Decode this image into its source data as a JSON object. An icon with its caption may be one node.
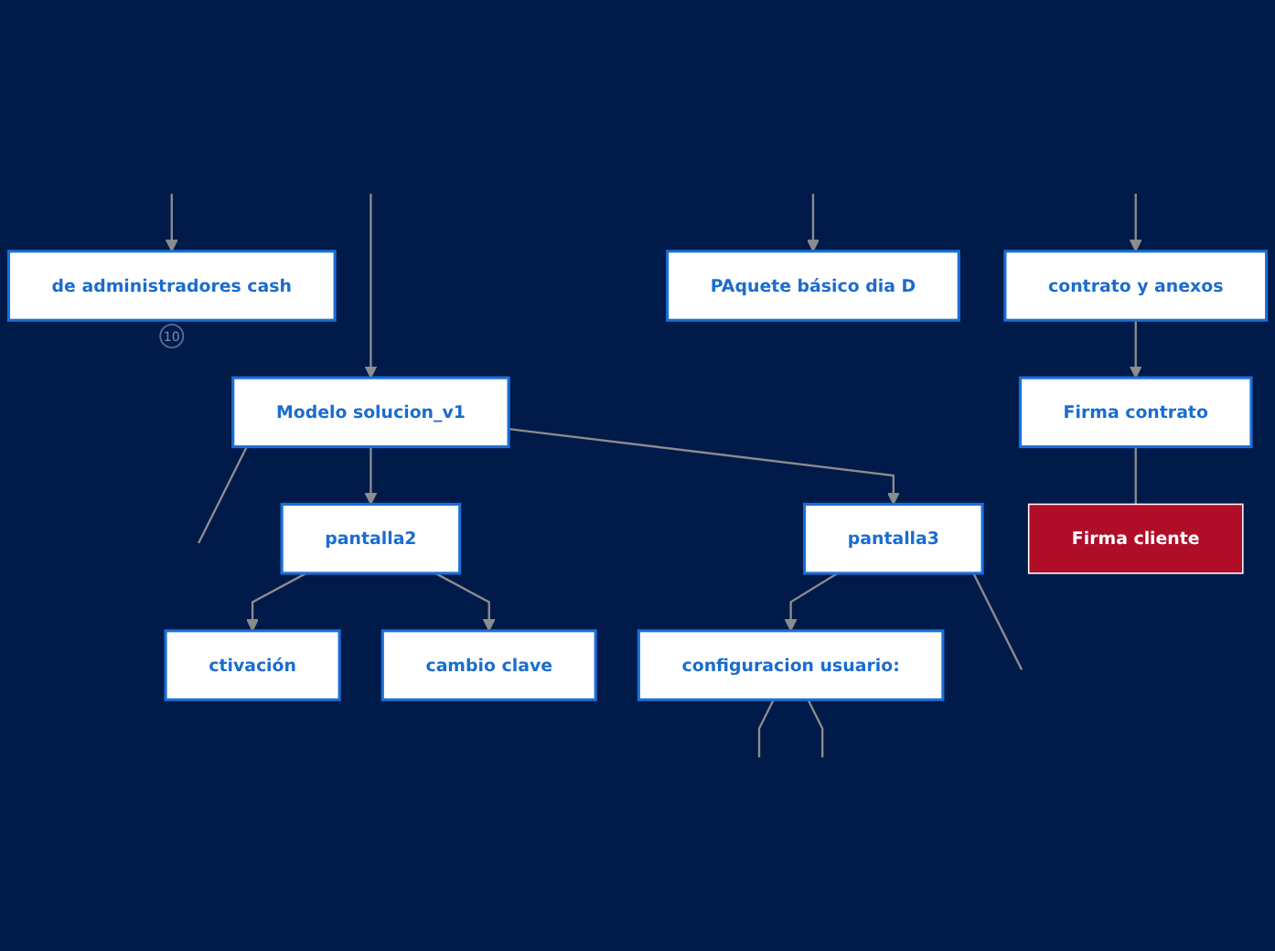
{
  "diagram": {
    "nodes": [
      {
        "text": [
          "contrato y anexos"
        ]
      },
      {
        "text": [
          "PAquete básico dia D"
        ]
      },
      {
        "text": [
          "de administradores cash"
        ],
        "beside": [
          "10"
        ]
      },
      {
        "text": [
          "Firma contrato"
        ]
      },
      {
        "text": [
          "Firma cliente"
        ]
      },
      {
        "text": [
          "Modelo solucion_v1"
        ]
      },
      {
        "text": [
          "pantalla2"
        ]
      },
      {
        "text": [
          "pantalla3"
        ]
      },
      {
        "text": [
          "ctivación"
        ]
      },
      {
        "text": [
          "cambio clave"
        ]
      },
      {
        "text": [
          "configuracion usuario:"
        ]
      }
    ],
    "edges": [
      {
        "from": null,
        "to": 0,
        "arrow": "to"
      },
      {
        "from": 0,
        "to": 3,
        "arrow": "to"
      },
      {
        "from": 3,
        "to": 4,
        "arrow": "none"
      },
      {
        "from": null,
        "to": 2,
        "arrow": "to"
      },
      {
        "from": null,
        "to": 1,
        "arrow": "to"
      },
      {
        "from": null,
        "to": 5,
        "arrow": "to"
      },
      {
        "from": 5,
        "to": null,
        "arrow": "none"
      },
      {
        "from": 5,
        "to": 6,
        "arrow": "to"
      },
      {
        "from": 5,
        "to": 7,
        "arrow": "to"
      },
      {
        "from": 6,
        "to": 8,
        "arrow": "to"
      },
      {
        "from": 6,
        "to": 9,
        "arrow": "to"
      },
      {
        "from": 7,
        "to": 10,
        "arrow": "to"
      },
      {
        "from": 7,
        "to": null,
        "arrow": "none"
      },
      {
        "from": 10,
        "to": null,
        "arrow": "none"
      },
      {
        "from": 10,
        "to": null,
        "arrow": "none"
      }
    ]
  }
}
